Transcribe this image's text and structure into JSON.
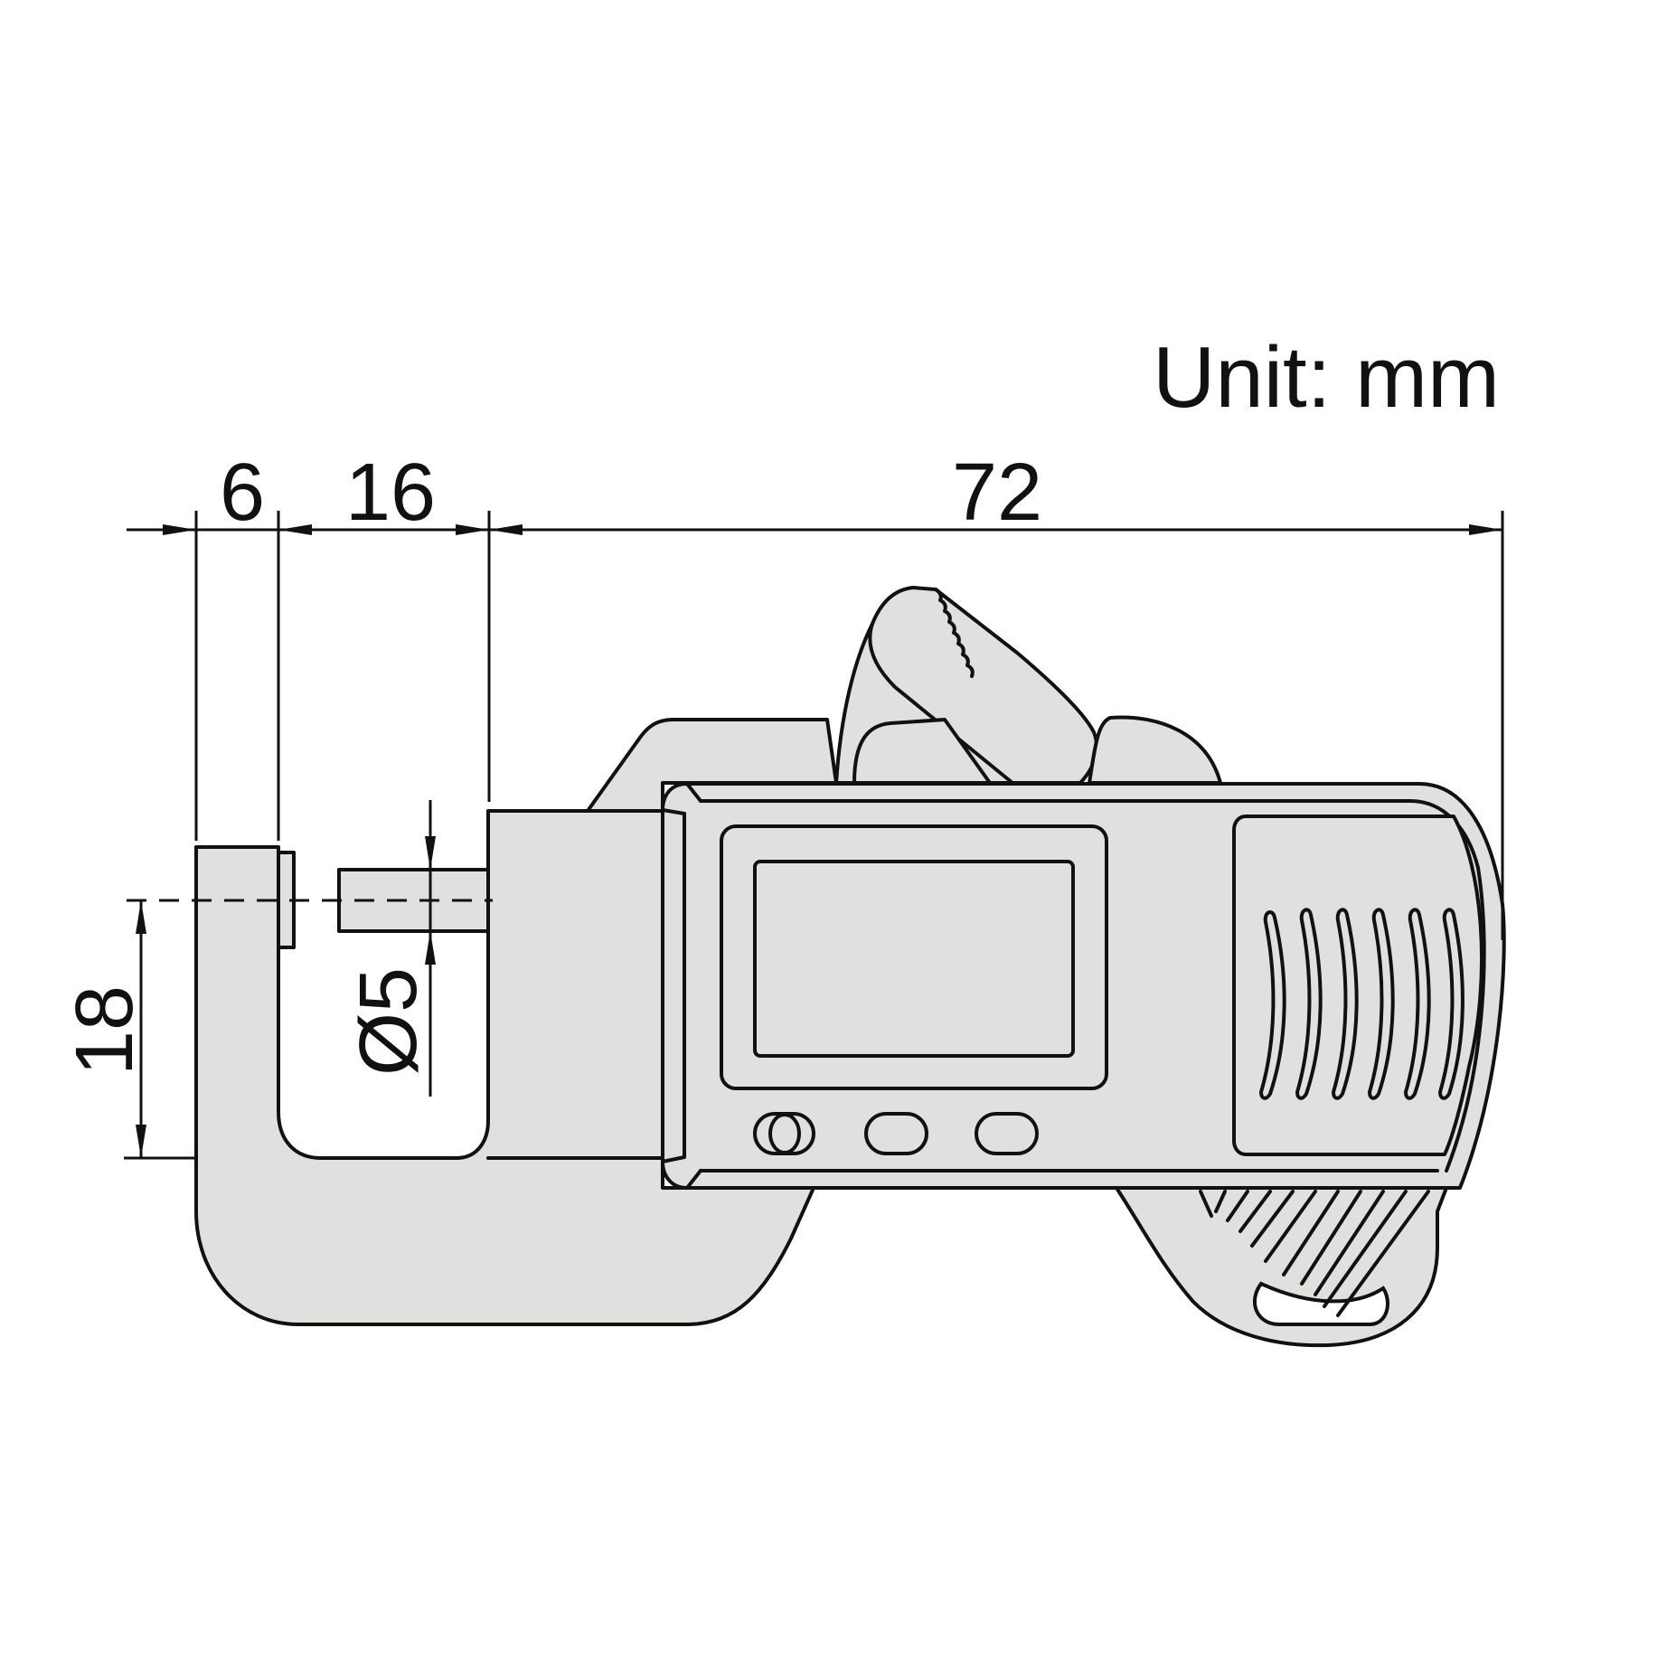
{
  "drawing": {
    "title": "Digital thickness gauge dimension drawing",
    "unit_label": "Unit: mm",
    "colors": {
      "background": "#ffffff",
      "body_fill": "#e0e0df",
      "outline": "#111111"
    }
  },
  "dimensions": {
    "anvil_width": {
      "value": "6",
      "direction": "horizontal"
    },
    "throat_depth": {
      "value": "16",
      "direction": "horizontal"
    },
    "body_length": {
      "value": "72",
      "direction": "horizontal"
    },
    "throat_height": {
      "value": "18",
      "direction": "vertical"
    },
    "spindle_diameter": {
      "value": "Ø5",
      "direction": "vertical"
    }
  },
  "parts": [
    "anvil",
    "spindle",
    "frame",
    "lever",
    "lcd-display",
    "buttons",
    "grip",
    "thumb-loop"
  ],
  "buttons": [
    {
      "name": "on-off-button"
    },
    {
      "name": "zero-button"
    },
    {
      "name": "unit-button"
    }
  ]
}
